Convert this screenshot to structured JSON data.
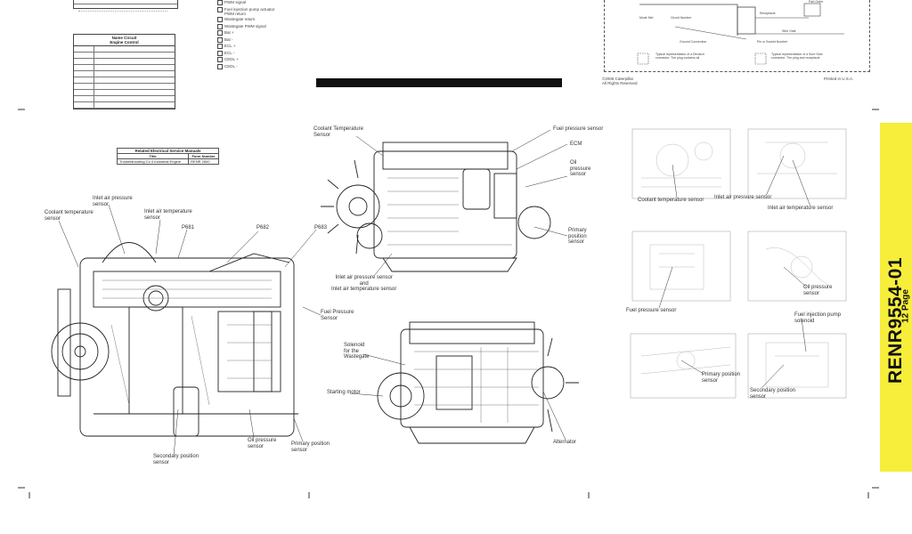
{
  "top_left": {
    "table_small_rows": [
      "",
      ""
    ],
    "note_line": "",
    "engine_control_title_1": "Name Circuit",
    "engine_control_title_2": "Engine Control",
    "engine_control_rows": 10
  },
  "connector_legend": [
    "PWM signal",
    "Fuel injection pump actuator PWM return",
    "Wastegate return",
    "Wastegate PWM signal",
    "Bat +",
    "Bat -",
    "ECL +",
    "ECL -",
    "CEDL +",
    "CEDL -"
  ],
  "schematic": {
    "copyright": "©2006 Caterpillar\nAll Rights Reserved",
    "printed": "Printed in U.S.A."
  },
  "related_manuals": {
    "title": "Related Electrical Service Manuals",
    "col_title": "Title",
    "col_form": "Form Number",
    "row_title": "Troubleshooting C4.4 Industrial Engine",
    "row_form": "RENR 2600"
  },
  "left_engine_labels": {
    "coolant_temp": "Coolant temperature\nsensor",
    "inlet_air_pressure": "Inlet air pressure\nsensor",
    "inlet_air_temp": "Inlet air temperature\nsensor",
    "p681": "P681",
    "p682": "P682",
    "p683": "P683",
    "fuel_pressure": "Fuel Pressure\nSensor",
    "secondary_position": "Secondary position\nsensor",
    "oil_pressure": "Oil pressure\nsensor",
    "primary_position": "Primary position\nsensor"
  },
  "top_engine_labels": {
    "coolant_temp": "Coolant Temperature\nSensor",
    "fuel_pressure": "Fuel pressure sensor",
    "ecm": "ECM",
    "oil_pressure": "Oil\npressure\nsensor",
    "primary_position": "Primary\nposition\nsensor",
    "inlet_air": "Inlet air pressure sensor\nand\nInlet air temperature sensor"
  },
  "bottom_engine_labels": {
    "solenoid": "Solenoid\nfor the\nWastegate",
    "starting_motor": "Starting motor",
    "alternator": "Alternator"
  },
  "photo_labels": {
    "coolant_temp": "Coolant temperature sensor",
    "inlet_air_pressure": "Inlet air pressure sensor",
    "inlet_air_temp": "Inlet air temperature sensor",
    "fuel_pressure": "Fuel pressure sensor",
    "oil_pressure": "Oil pressure\nsensor",
    "fuel_injection_pump": "Fuel injection pump\nsolenoid",
    "primary_position": "Primary position\nsensor",
    "secondary_position": "Secondary position\nsensor"
  },
  "band": {
    "doc_number": "RENR9554-01",
    "pages": "12 Page",
    "color": "#f6ee3a"
  }
}
